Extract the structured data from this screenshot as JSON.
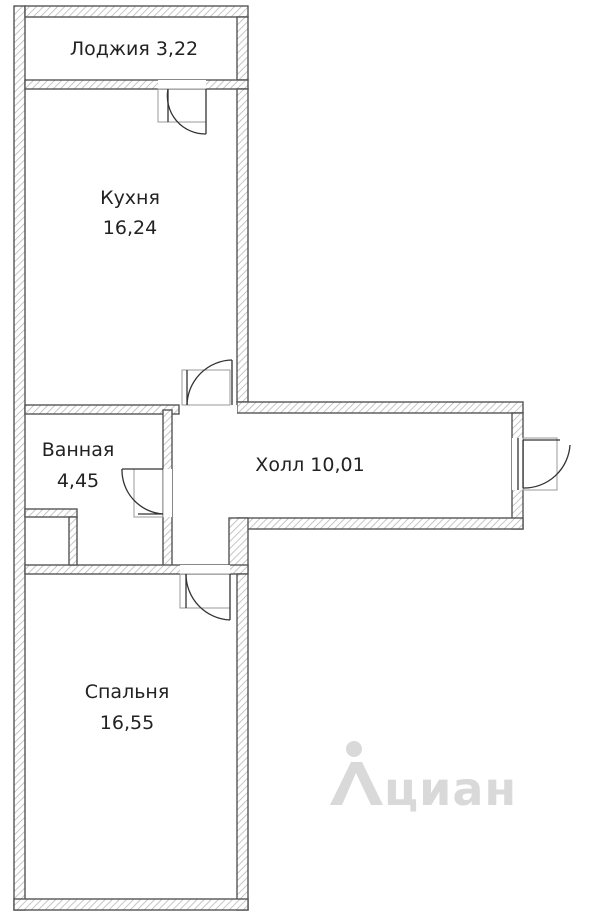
{
  "rooms": {
    "loggia": {
      "name": "Лоджия",
      "area": "3,22"
    },
    "kitchen": {
      "name": "Кухня",
      "area": "16,24"
    },
    "bathroom": {
      "name": "Ванная",
      "area": "4,45"
    },
    "hall": {
      "name": "Холл",
      "area": "10,01"
    },
    "bedroom": {
      "name": "Спальня",
      "area": "16,55"
    }
  },
  "watermark": {
    "text": "циан"
  },
  "colors": {
    "wall_outline": "#555555",
    "wall_hatch": "#b8b8b8",
    "door_line": "#333333",
    "text": "#222222",
    "watermark": "#d9d9d9"
  }
}
